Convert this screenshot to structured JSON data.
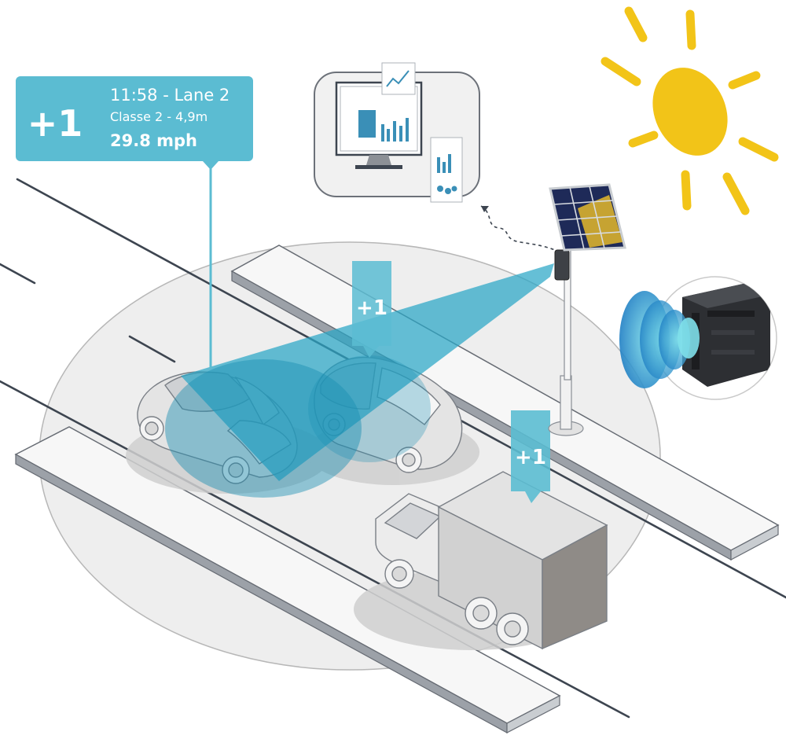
{
  "callout": {
    "count": "+1",
    "time_lane": "11:58 - Lane 2",
    "class_length": "Classe 2 - 4,9m",
    "speed": "29.8 mph"
  },
  "badges": [
    "+1",
    "+1"
  ],
  "icons": [
    "dashboard-monitor-icon",
    "solar-panel-icon",
    "radar-sensor-icon",
    "sun-icon",
    "radar-waves-icon"
  ],
  "colors": {
    "accent": "#5bbcd2",
    "beam": "#2aa6c6",
    "sun": "#f2c418",
    "road_line": "#3d4550",
    "ground": "#eeeeee"
  }
}
